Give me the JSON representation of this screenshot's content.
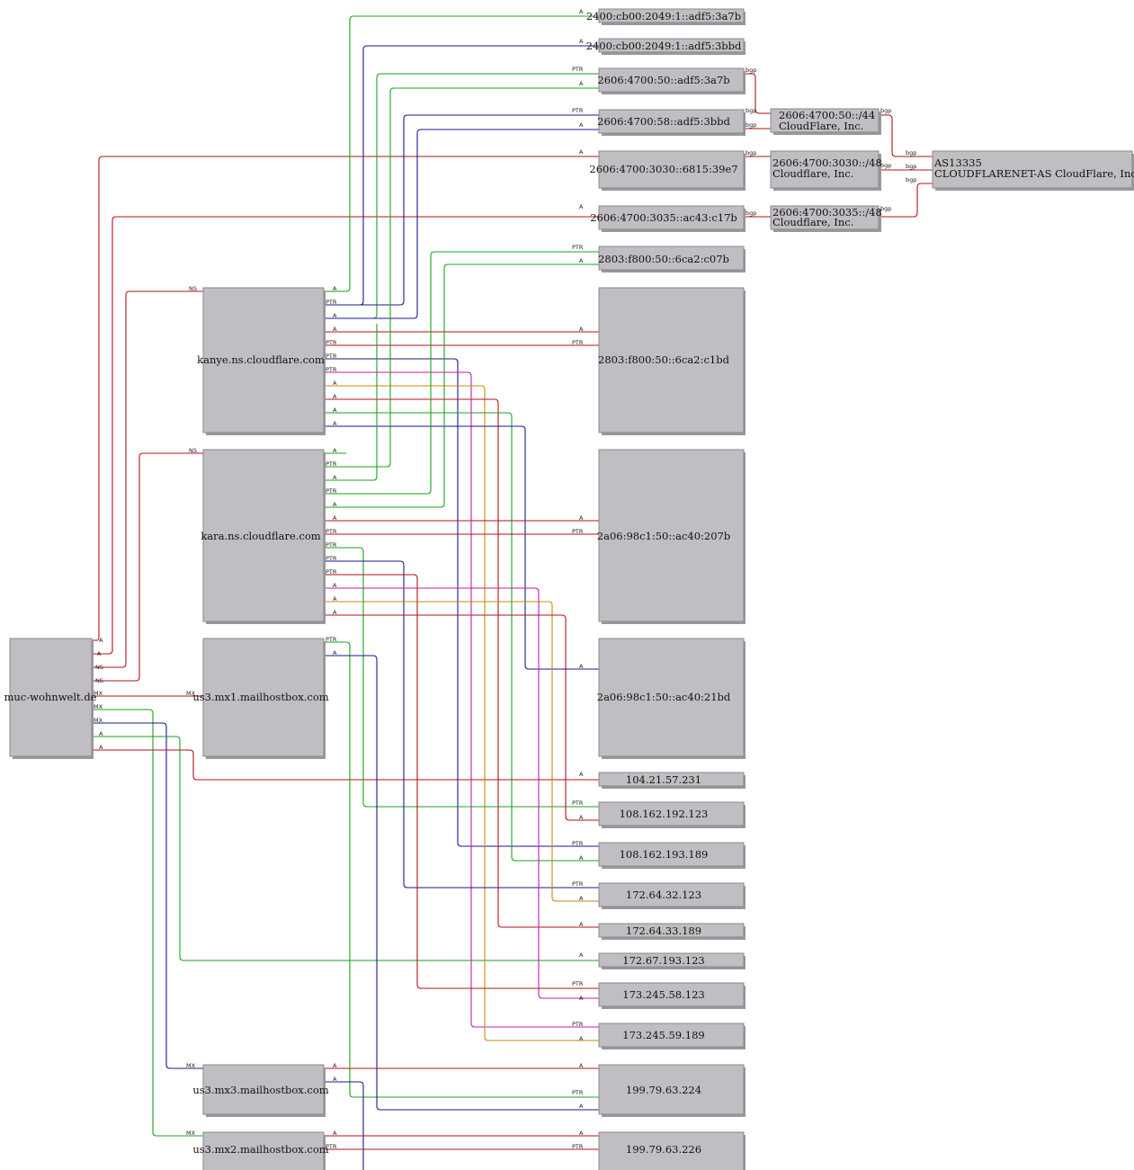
{
  "colors": {
    "red": "#b5121b",
    "green": "#1aa31a",
    "blue": "#1a1a8c",
    "magenta": "#c21ba8",
    "orange": "#c68a12",
    "box": "#c0bec2"
  },
  "nodes": {
    "muc": "muc-wohnwelt.de",
    "kanye": "kanye.ns.cloudflare.com",
    "kara": "kara.ns.cloudflare.com",
    "mx1": "us3.mx1.mailhostbox.com",
    "mx3": "us3.mx3.mailhostbox.com",
    "mx2": "us3.mx2.mailhostbox.com",
    "v6_1": "2400:cb00:2049:1::adf5:3a7b",
    "v6_2": "2400:cb00:2049:1::adf5:3bbd",
    "v6_3": "2606:4700:50::adf5:3a7b",
    "v6_4": "2606:4700:58::adf5:3bbd",
    "v6_5": "2606:4700:3030::6815:39e7",
    "v6_6": "2606:4700:3035::ac43:c17b",
    "v6_7": "2803:f800:50::6ca2:c07b",
    "v6_8": "2803:f800:50::6ca2:c1bd",
    "v6_9": "2a06:98c1:50::ac40:207b",
    "v6_10": "2a06:98c1:50::ac40:21bd",
    "ip1": "104.21.57.231",
    "ip2": "108.162.192.123",
    "ip3": "108.162.193.189",
    "ip4": "172.64.32.123",
    "ip5": "172.64.33.189",
    "ip6": "172.67.193.123",
    "ip7": "173.245.58.123",
    "ip8": "173.245.59.189",
    "ip9": "199.79.63.224",
    "ip10": "199.79.63.226",
    "pfx1": [
      "2606:4700:50::/44",
      "CloudFlare, Inc."
    ],
    "pfx2": [
      "2606:4700:3030::/48",
      "Cloudflare, Inc."
    ],
    "pfx3": [
      "2606:4700:3035::/48",
      "Cloudflare, Inc."
    ],
    "asn": [
      "AS13335",
      "CLOUDFLARENET-AS CloudFlare, Inc."
    ]
  },
  "edge_labels": {
    "a": "A",
    "ptr": "PTR",
    "ns": "NS",
    "mx": "MX",
    "bgp": "bgp"
  }
}
